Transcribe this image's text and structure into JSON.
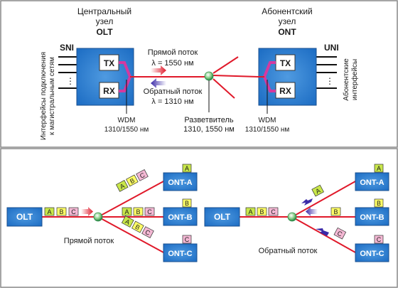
{
  "top": {
    "olt_caption_line1": "Центральный",
    "olt_caption_line2": "узел",
    "olt_caption_line3": "OLT",
    "ont_caption_line1": "Абонентский",
    "ont_caption_line2": "узел",
    "ont_caption_line3": "ONT",
    "sni": "SNI",
    "uni": "UNI",
    "tx": "TX",
    "rx": "RX",
    "left_vertical_line1": "Интерфейсы подключения",
    "left_vertical_line2": "к магистральным сетям",
    "right_vertical_line1": "Абонентские",
    "right_vertical_line2": "интерфейсы",
    "forward_label": "Прямой поток",
    "forward_lambda": "λ = 1550 нм",
    "reverse_label": "Обратный поток",
    "reverse_lambda": "λ = 1310 нм",
    "wdm_label": "WDM",
    "wdm_wavelengths": "1310/1550 нм",
    "splitter_label": "Разветвитель",
    "splitter_wavelengths": "1310, 1550 нм",
    "dots": "⋮"
  },
  "bottom": {
    "olt": "OLT",
    "ont_a": "ONT-A",
    "ont_b": "ONT-B",
    "ont_c": "ONT-C",
    "a": "A",
    "b": "B",
    "c": "C",
    "forward_caption": "Прямой поток",
    "reverse_caption": "Обратный поток"
  },
  "colors": {
    "node_blue": "#1f6fc5",
    "fiber_red": "#e0192a",
    "packet_a": "#c8e64a",
    "packet_b": "#ffff66",
    "packet_c": "#f4b8d4",
    "arrow_forward": "#e0192a",
    "arrow_reverse": "#3b2aa8"
  }
}
